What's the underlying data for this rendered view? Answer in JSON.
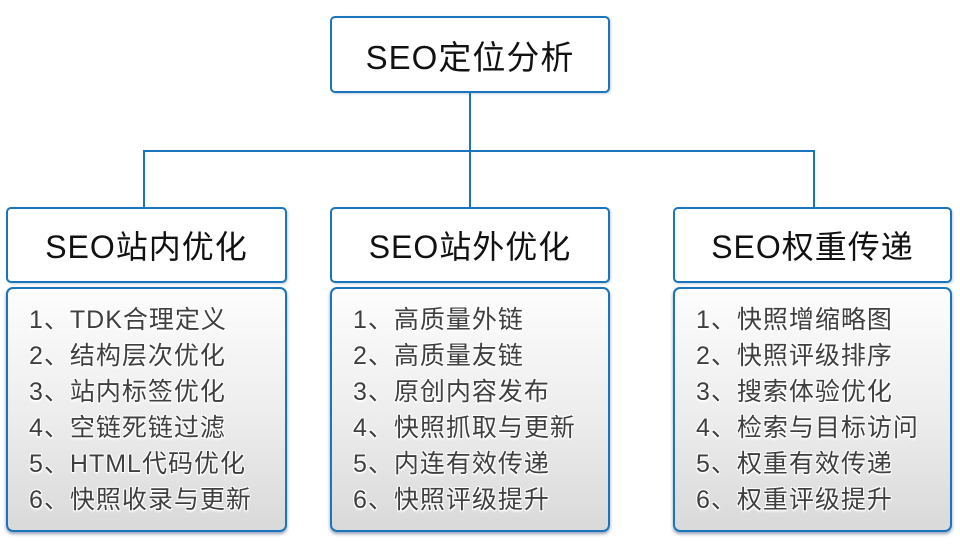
{
  "root": {
    "title": "SEO定位分析"
  },
  "branches": [
    {
      "title": "SEO站内优化",
      "items": [
        "1、TDK合理定义",
        "2、结构层次优化",
        "3、站内标签优化",
        "4、空链死链过滤",
        "5、HTML代码优化",
        "6、快照收录与更新"
      ]
    },
    {
      "title": "SEO站外优化",
      "items": [
        "1、高质量外链",
        "2、高质量友链",
        "3、原创内容发布",
        "4、快照抓取与更新",
        "5、内连有效传递",
        "6、快照评级提升"
      ]
    },
    {
      "title": "SEO权重传递",
      "items": [
        "1、快照增缩略图",
        "2、快照评级排序",
        "3、搜索体验优化",
        "4、检索与目标访问",
        "5、权重有效传递",
        "6、权重评级提升"
      ]
    }
  ],
  "colors": {
    "line_blue": "#1a75bc",
    "title_text": "#111111",
    "list_text": "#3f3f3f",
    "body_gradient_top": "#fdfdfd",
    "body_gradient_bottom": "#d9d9d9"
  }
}
